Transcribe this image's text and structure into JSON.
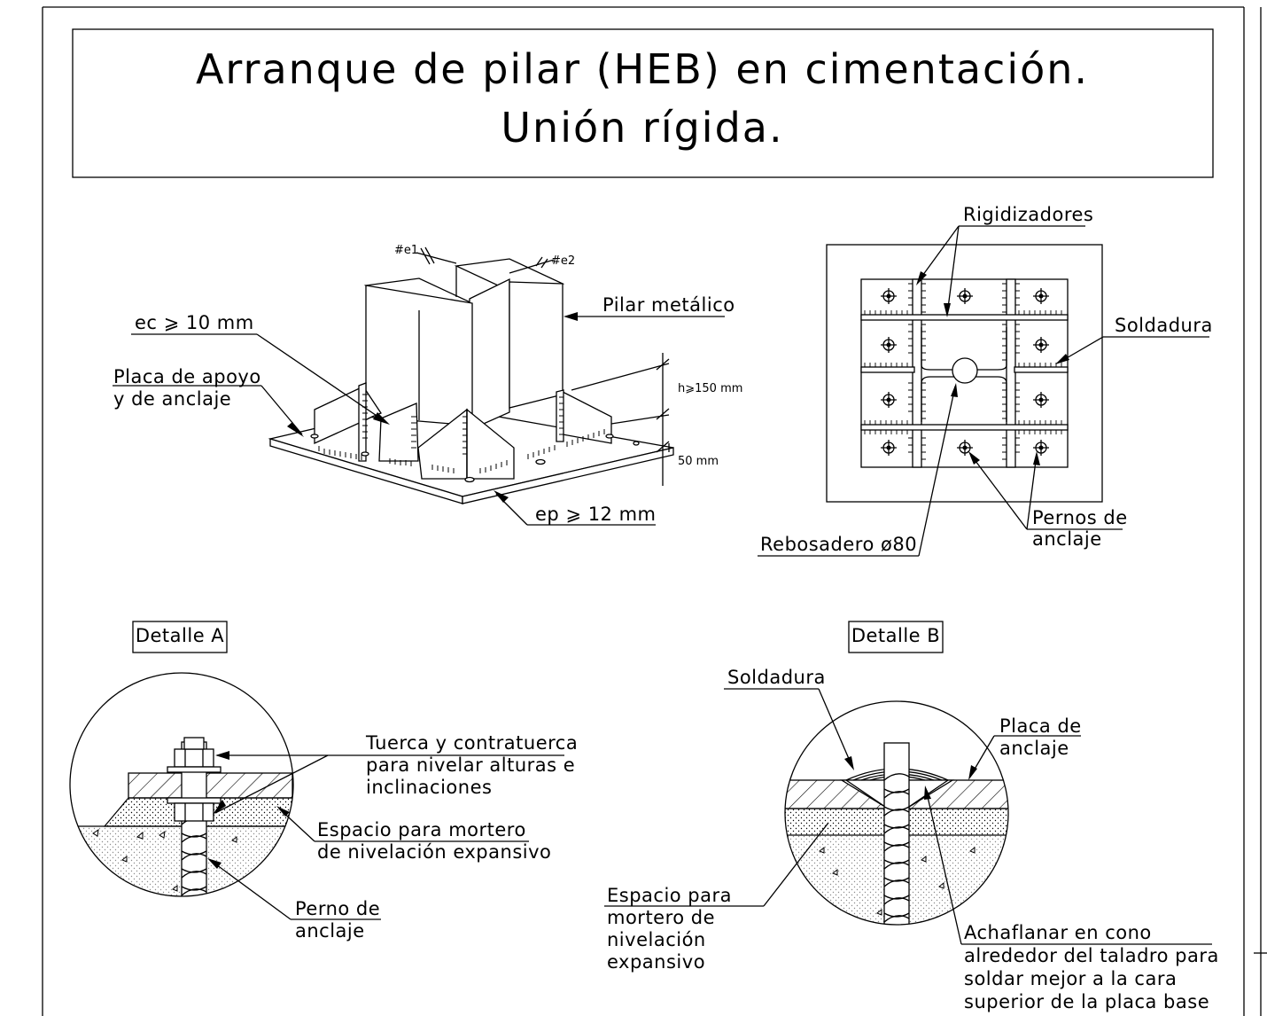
{
  "title": {
    "line1": "Arranque de pilar (HEB) en cimentación.",
    "line2": "Unión rígida."
  },
  "iso_view": {
    "e1": "#e1",
    "e2": "#e2",
    "pilar": "Pilar metálico",
    "ec": "ec ⩾ 10 mm",
    "placa_1": "Placa de apoyo",
    "placa_2": "y de anclaje",
    "h": "h⩾150 mm",
    "dim50": "50 mm",
    "ep": "ep ⩾ 12 mm"
  },
  "plan_view": {
    "rigidizadores": "Rigidizadores",
    "soldadura": "Soldadura",
    "pernos_1": "Pernos de",
    "pernos_2": "anclaje",
    "rebosadero": "Rebosadero ø80"
  },
  "detail_a": {
    "title": "Detalle A",
    "tuerca_1": "Tuerca y contratuerca",
    "tuerca_2": "para nivelar alturas e",
    "tuerca_3": "inclinaciones",
    "espacio_1": "Espacio para mortero",
    "espacio_2": "de nivelación expansivo",
    "perno_1": "Perno de",
    "perno_2": "anclaje"
  },
  "detail_b": {
    "title": "Detalle B",
    "soldadura": "Soldadura",
    "placa_1": "Placa de",
    "placa_2": "anclaje",
    "espacio_1": "Espacio para",
    "espacio_2": "mortero de",
    "espacio_3": "nivelación",
    "espacio_4": "expansivo",
    "achaflanar_1": "Achaflanar en cono",
    "achaflanar_2": "alrededor del taladro para",
    "achaflanar_3": "soldar mejor a la cara",
    "achaflanar_4": "superior de la placa base"
  }
}
